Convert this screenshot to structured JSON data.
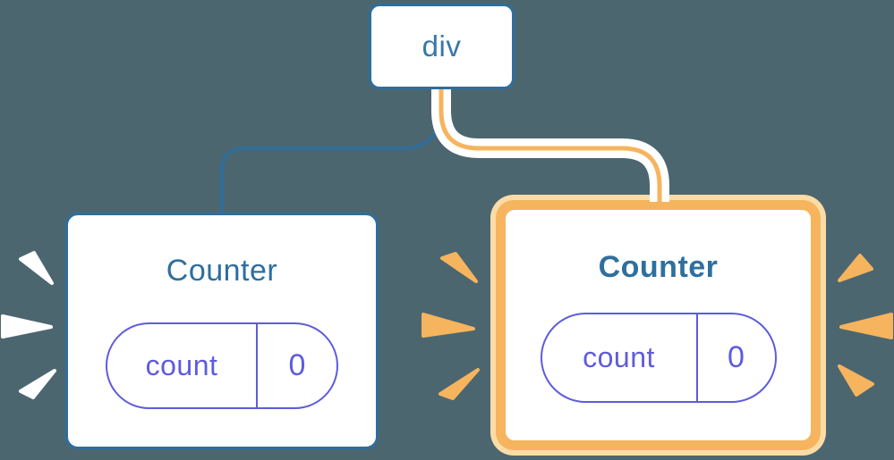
{
  "palette": {
    "background": "#4C6670",
    "white": "#FFFFFF",
    "steel_blue": "#2E6E9E",
    "indigo": "#5E5CDE",
    "orange": "#F6B45E",
    "cream": "#FBDCA6"
  },
  "tree": {
    "root": {
      "label": "div"
    },
    "children": [
      {
        "label": "Counter",
        "state": {
          "key": "count",
          "value": "0"
        },
        "highlighted": false
      },
      {
        "label": "Counter",
        "state": {
          "key": "count",
          "value": "0"
        },
        "highlighted": true
      }
    ]
  }
}
